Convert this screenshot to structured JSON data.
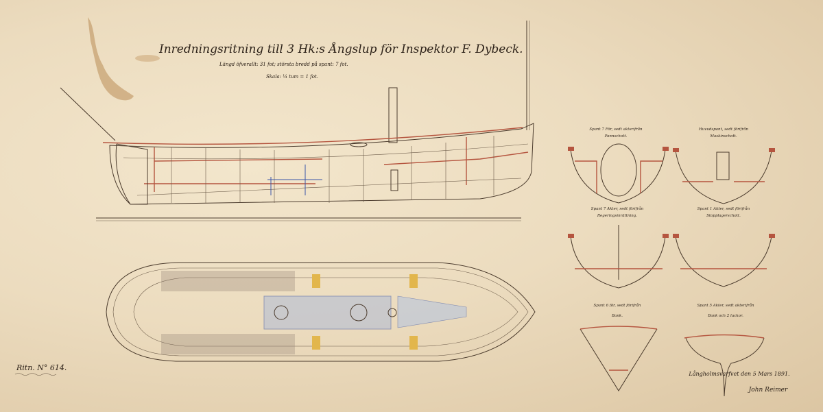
{
  "title": "Inredningsritning till 3 Hk:s Ångslup för Inspektor F. Dybeck.",
  "subtitle": "Längd öfverallt: 31 fot; största bredd på spant: 7 fot.",
  "scale": "Skala: ¼ tum = 1 fot.",
  "drawing_number": "Ritn. N° 614.",
  "sections": [
    {
      "line1": "Spant 7 För, sedt akterifrån",
      "line2": "Pannschott."
    },
    {
      "line1": "Huvudspant, sedt förifrån",
      "line2": "Maskinschott."
    },
    {
      "line1": "Spant 7 Akter, sedt förifrån",
      "line2": "Regeringsinrättning."
    },
    {
      "line1": "Spant 1 Akter, sedt förifrån",
      "line2": "Stopplagerschott."
    },
    {
      "line1": "Spant 6 för, sedt förifrån",
      "line2": "Bank."
    },
    {
      "line1": "Spant 5 Akter, sedt akterifrån",
      "line2": "Bank och 2 luckor."
    }
  ],
  "place_date": "Långholmsvarfvet den 5 Mars 1891.",
  "signature": "John Reimer",
  "colors": {
    "paper": "#ecdcbf",
    "ink": "#4a3a2c",
    "red": "#b5553f",
    "blue": "#3a55a8"
  }
}
